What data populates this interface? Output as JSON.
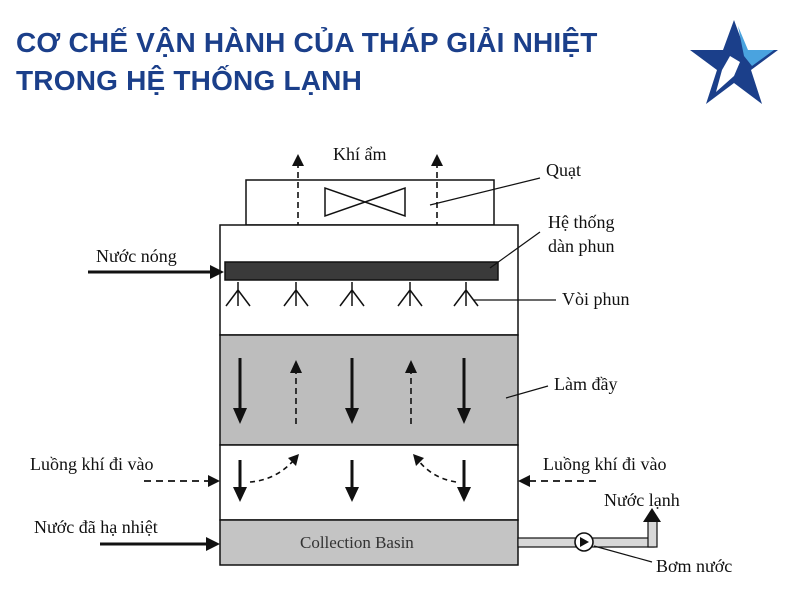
{
  "header": {
    "title_line1": "CƠ CHẾ VẬN HÀNH CỦA THÁP GIẢI NHIỆT",
    "title_line2": "TRONG HỆ THỐNG LẠNH"
  },
  "colors": {
    "title": "#1b3f8a",
    "logo_dark": "#1b3f8a",
    "logo_light": "#4aa3df",
    "fill_section": "#bdbdbd",
    "basin": "#c4c4c4"
  },
  "logo": {
    "icon": "star-logo-icon"
  },
  "diagram": {
    "labels": {
      "moist_air": "Khí ẩm",
      "fan": "Quạt",
      "spray_system_line1": "Hệ thống",
      "spray_system_line2": "dàn phun",
      "hot_water": "Nước nóng",
      "nozzles": "Vòi phun",
      "fill": "Làm đầy",
      "air_in_left": "Luồng khí đi vào",
      "air_in_right": "Luồng khí đi vào",
      "cold_water": "Nước lạnh",
      "cooled_water": "Nước đã hạ nhiệt",
      "basin": "Collection Basin",
      "pump": "Bơm nước"
    }
  }
}
